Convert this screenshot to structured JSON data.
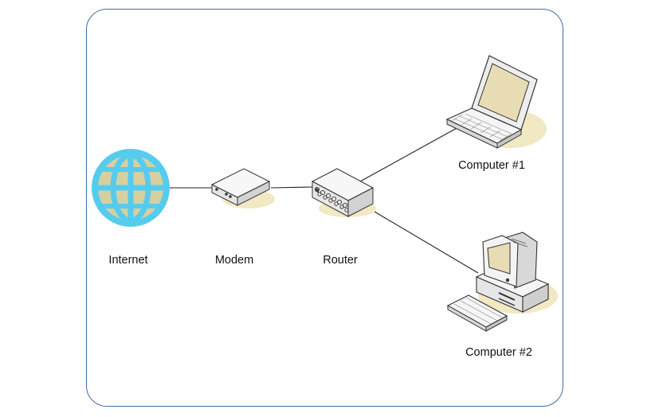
{
  "nodes": {
    "internet": {
      "label": "Internet",
      "icon": "globe-icon"
    },
    "modem": {
      "label": "Modem",
      "icon": "modem-icon"
    },
    "router": {
      "label": "Router",
      "icon": "router-icon"
    },
    "computer1": {
      "label": "Computer #1",
      "icon": "laptop-icon"
    },
    "computer2": {
      "label": "Computer #2",
      "icon": "desktop-computer-icon"
    }
  },
  "colors": {
    "frame": "#3b6ea5",
    "globe_fill": "#55ccee",
    "globe_land": "#d6cfa0",
    "shadow": "#f1e8c4",
    "device_body": "#f2f2f2",
    "screen": "#e8dcb5",
    "line": "#222222"
  }
}
